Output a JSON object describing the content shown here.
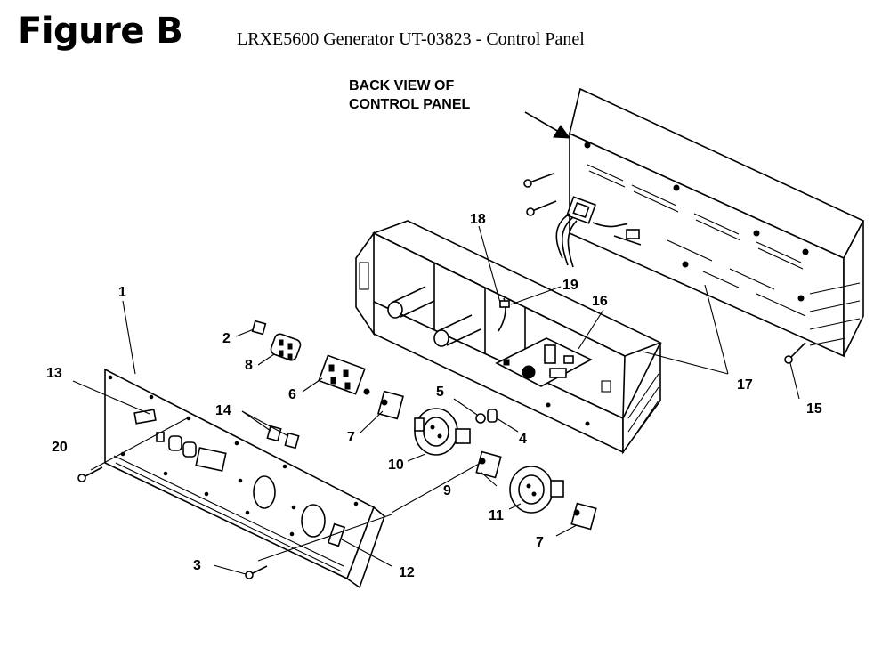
{
  "header": {
    "figure_label": "Figure B",
    "title": "LRXE5600 Generator UT-03823 - Control Panel"
  },
  "annotation": {
    "back_view_line1": "BACK VIEW OF",
    "back_view_line2": "CONTROL PANEL"
  },
  "callouts": {
    "c1": "1",
    "c2": "2",
    "c3": "3",
    "c4": "4",
    "c5": "5",
    "c6": "6",
    "c7a": "7",
    "c7b": "7",
    "c8": "8",
    "c9": "9",
    "c10": "10",
    "c11": "11",
    "c12": "12",
    "c13": "13",
    "c14": "14",
    "c15": "15",
    "c16": "16",
    "c17": "17",
    "c18": "18",
    "c19": "19",
    "c20": "20"
  }
}
